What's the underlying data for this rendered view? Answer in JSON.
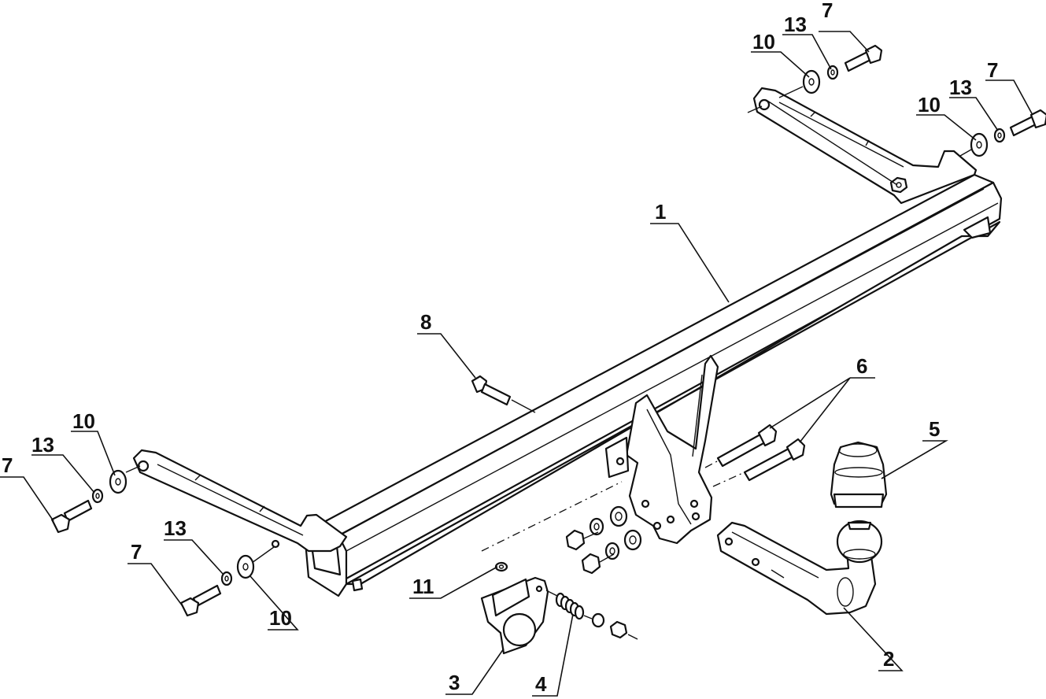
{
  "diagram": {
    "callouts": {
      "c1": "1",
      "c2": "2",
      "c3": "3",
      "c4": "4",
      "c5": "5",
      "c6": "6",
      "c7a": "7",
      "c7b": "7",
      "c7c": "7",
      "c7d": "7",
      "c8": "8",
      "c10a": "10",
      "c10b": "10",
      "c10c": "10",
      "c10d": "10",
      "c11": "11",
      "c13a": "13",
      "c13b": "13",
      "c13c": "13",
      "c13d": "13"
    }
  }
}
